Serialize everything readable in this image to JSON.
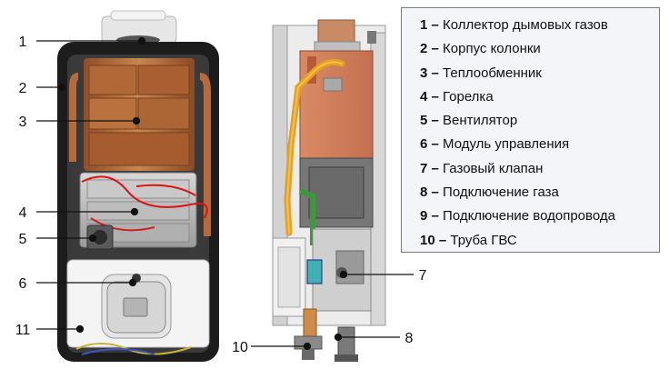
{
  "callouts": {
    "c1": "1",
    "c2": "2",
    "c3": "3",
    "c4": "4",
    "c5": "5",
    "c6": "6",
    "c7": "7",
    "c8": "8",
    "c10": "10",
    "c11": "11"
  },
  "legend": [
    {
      "num": "1",
      "sep": "–",
      "label": "Коллектор дымовых газов"
    },
    {
      "num": "2",
      "sep": "–",
      "label": "Корпус колонки"
    },
    {
      "num": "3",
      "sep": "–",
      "label": "Теплообменник"
    },
    {
      "num": "4",
      "sep": "–",
      "label": "Горелка"
    },
    {
      "num": "5",
      "sep": "–",
      "label": "Вентилятор"
    },
    {
      "num": "6",
      "sep": "–",
      "label": "Модуль управления"
    },
    {
      "num": "7",
      "sep": "–",
      "label": "Газовый клапан"
    },
    {
      "num": "8",
      "sep": "–",
      "label": "Подключение газа"
    },
    {
      "num": "9",
      "sep": "–",
      "label": "Подключение водопровода"
    },
    {
      "num": "10",
      "sep": "–",
      "label": "Труба ГВС"
    }
  ],
  "colors": {
    "casing": "#1c1c1c",
    "copper": "#b86a3a",
    "gas_pipe": "#e8a020",
    "panel": "#f2f2f2",
    "frame": "#d9d9d9"
  }
}
